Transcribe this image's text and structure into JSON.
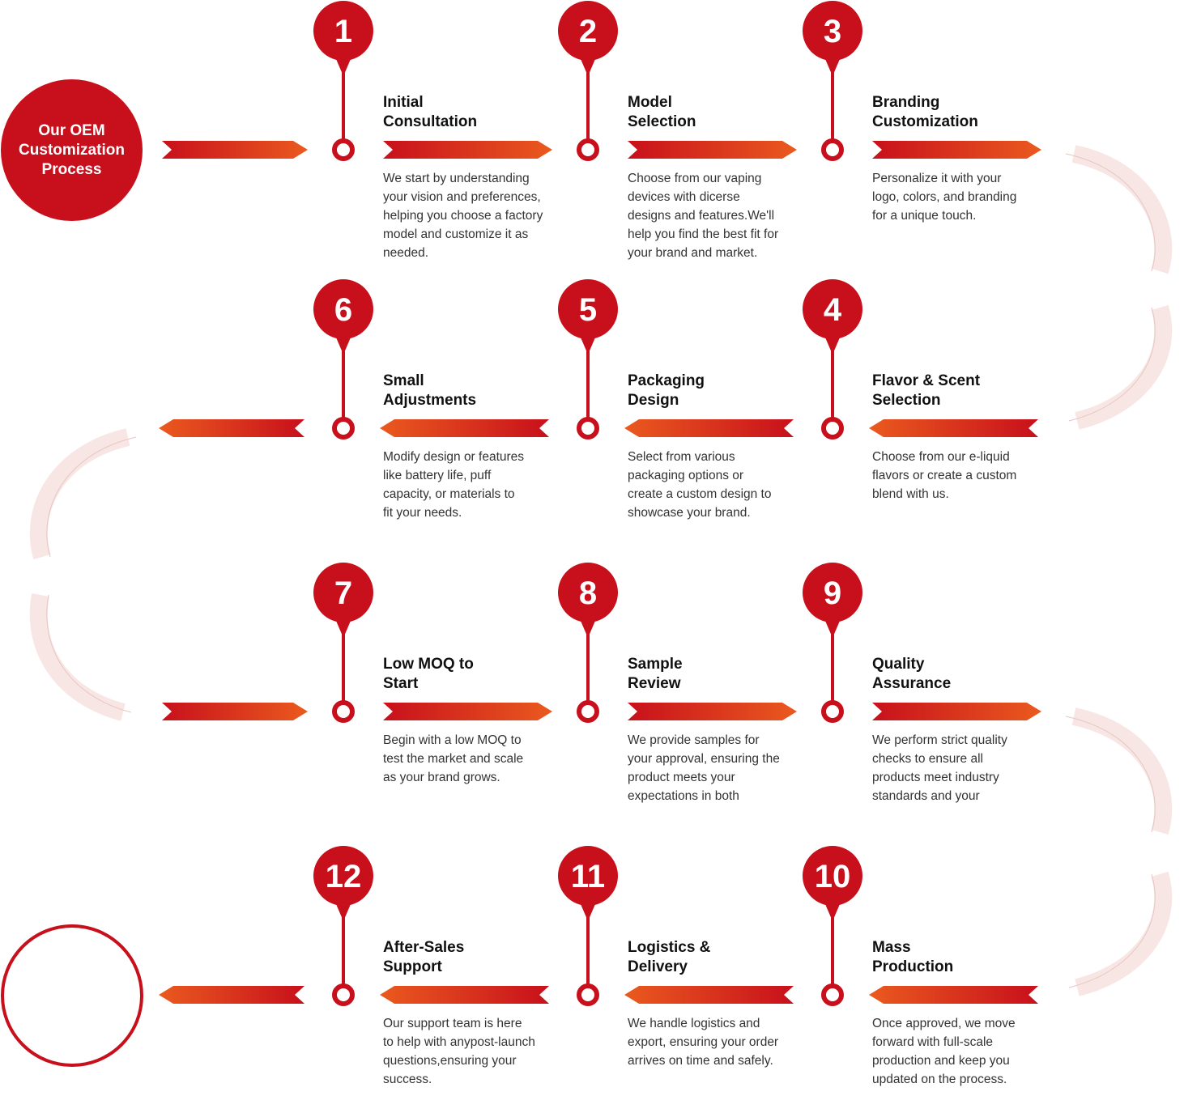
{
  "start_label": "Our OEM\nCustomization\nProcess",
  "colors": {
    "accent": "#c8101c",
    "arrow_start": "#c8101c",
    "arrow_end": "#ea5a1e",
    "connector": "#f8e6e4"
  },
  "icons": {
    "end": "checkmark-circle-icon"
  },
  "steps": [
    {
      "number": "1",
      "title": "Initial\nConsultation",
      "description": "We start by understanding\nyour vision and preferences,\nhelping you choose a factory\nmodel and customize it as\nneeded."
    },
    {
      "number": "2",
      "title": "Model\nSelection",
      "description": "Choose from our vaping\ndevices with dicerse\ndesigns and features.We'll\nhelp you find the best fit for\nyour brand and market."
    },
    {
      "number": "3",
      "title": "Branding\nCustomization",
      "description": "Personalize it with your\nlogo, colors, and branding\nfor a unique touch."
    },
    {
      "number": "4",
      "title": "Flavor & Scent\nSelection",
      "description": "Choose from our e-liquid\nflavors or create a custom\nblend with us."
    },
    {
      "number": "5",
      "title": "Packaging\nDesign",
      "description": "Select from various\npackaging options or\ncreate a custom design to\nshowcase your brand."
    },
    {
      "number": "6",
      "title": "Small\nAdjustments",
      "description": "Modify design or features\nlike battery life, puff\ncapacity, or materials to\nfit your needs."
    },
    {
      "number": "7",
      "title": "Low MOQ to\nStart",
      "description": "Begin with a low MOQ to\ntest the market and scale\nas your brand grows."
    },
    {
      "number": "8",
      "title": "Sample\nReview",
      "description": "We provide samples for\nyour approval, ensuring the\nproduct meets your\nexpectations in both"
    },
    {
      "number": "9",
      "title": "Quality\nAssurance",
      "description": "We perform strict quality\nchecks to ensure all\nproducts meet industry\nstandards and your"
    },
    {
      "number": "10",
      "title": "Mass\nProduction",
      "description": "Once approved, we move\nforward with full-scale\nproduction and keep you\nupdated on the process."
    },
    {
      "number": "11",
      "title": "Logistics &\nDelivery",
      "description": "We handle logistics and\nexport, ensuring your order\narrives on time and safely."
    },
    {
      "number": "12",
      "title": "After-Sales\nSupport",
      "description": "Our support team is here\nto help with anypost-launch\n questions,ensuring your\nsuccess."
    }
  ]
}
